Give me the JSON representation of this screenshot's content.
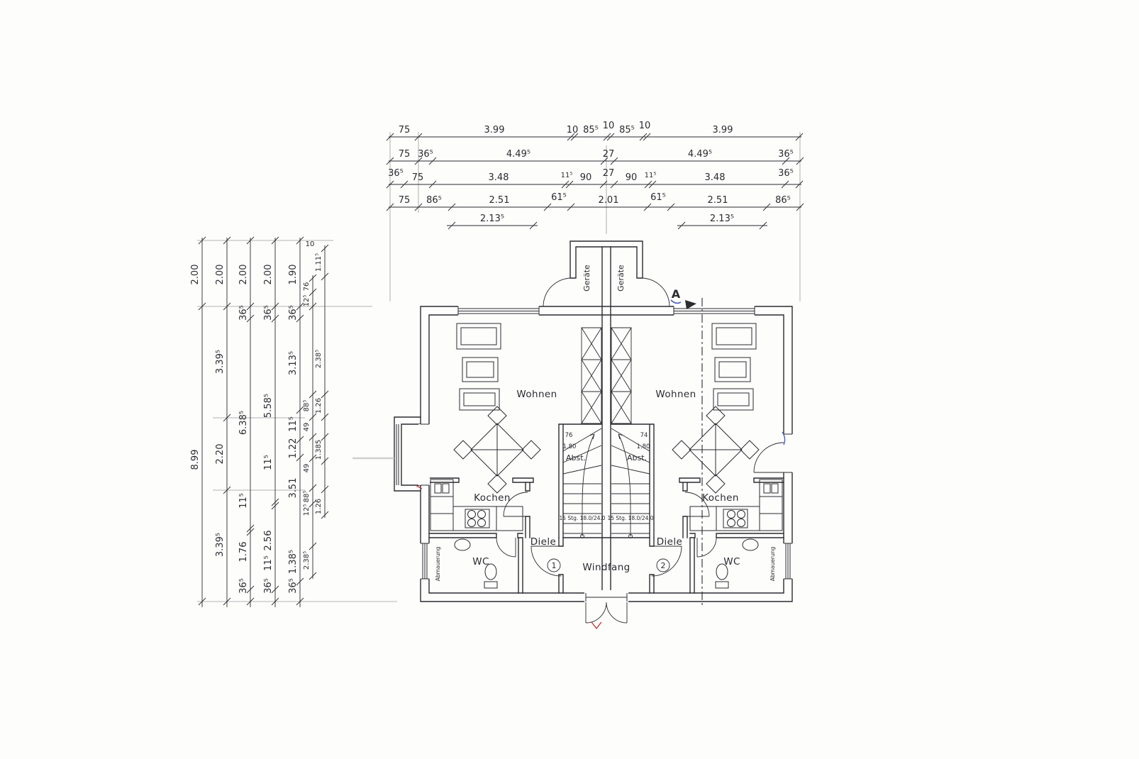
{
  "meta": {
    "title": "Erdgeschoss Grundriss Doppelhaus (scan)"
  },
  "colors": {
    "ink": "#2b2b30",
    "paper": "#fdfdfc",
    "artifact_red": "#c23b3b",
    "artifact_blue": "#4a5fc0"
  },
  "dims": {
    "top": {
      "row1": [
        "75",
        "3.99",
        "10",
        "85⁵",
        "10",
        "85⁵",
        "10",
        "3.99"
      ],
      "row2": [
        "75",
        "36⁵",
        "4.49⁵",
        "27",
        "4.49⁵",
        "36⁵"
      ],
      "row3": [
        "36⁵",
        "75",
        "3.48",
        "11⁵",
        "90",
        "27",
        "90",
        "11⁵",
        "3.48",
        "36⁵"
      ],
      "row4": [
        "75",
        "86⁵",
        "2.51",
        "61⁵",
        "2.01",
        "61⁵",
        "2.51",
        "86⁵"
      ],
      "row5": [
        "2.13⁵",
        "2.13⁵"
      ]
    },
    "left": {
      "l1": [
        "2.00",
        "8.99"
      ],
      "l2": [
        "2.00",
        "3.39⁵",
        "2.20",
        "3.39⁵"
      ],
      "l3": [
        "2.00",
        "36⁵",
        "6.38⁵",
        "11⁵",
        "1.76",
        "36⁵"
      ],
      "l4": [
        "2.00",
        "36⁵",
        "5.58⁵",
        "11⁵",
        "2.56",
        "11⁵",
        "36⁵"
      ],
      "l5": [
        "1.90",
        "36⁵",
        "3.13⁵",
        "11⁵",
        "1.22",
        "3.51",
        "1.38⁵",
        "36⁵"
      ],
      "l6": [
        "76",
        "12⁵",
        "88⁵",
        "49",
        "49",
        "88⁵",
        "12⁵",
        "2.38⁵"
      ],
      "l7": [
        "1.11⁵",
        "2.38⁵",
        "1.26",
        "1.385",
        "1.26"
      ],
      "l8": [
        "10"
      ]
    }
  },
  "plan": {
    "rooms": {
      "geraete_left": "Geräte",
      "geraete_right": "Geräte",
      "wohnen_left": "Wohnen",
      "wohnen_right": "Wohnen",
      "kochen_left": "Kochen",
      "kochen_right": "Kochen",
      "abst_left": "Abst.",
      "abst_right": "Abst.",
      "diele_left": "Diele",
      "diele_right": "Diele",
      "wc_left": "WC",
      "wc_right": "WC",
      "windfang": "Windfang",
      "abmauerung_left": "Abmauerung",
      "abmauerung_right": "Abmauerung"
    },
    "stairs": {
      "left_note": "15 Stg. 18.0/24.0",
      "right_note": "15 Stg. 18.0/24.0",
      "left_width": "76",
      "left_run": "1.80",
      "right_width": "74",
      "right_run": "1.80"
    },
    "doors": {
      "one": "1",
      "two": "2"
    },
    "section_label": "A"
  }
}
